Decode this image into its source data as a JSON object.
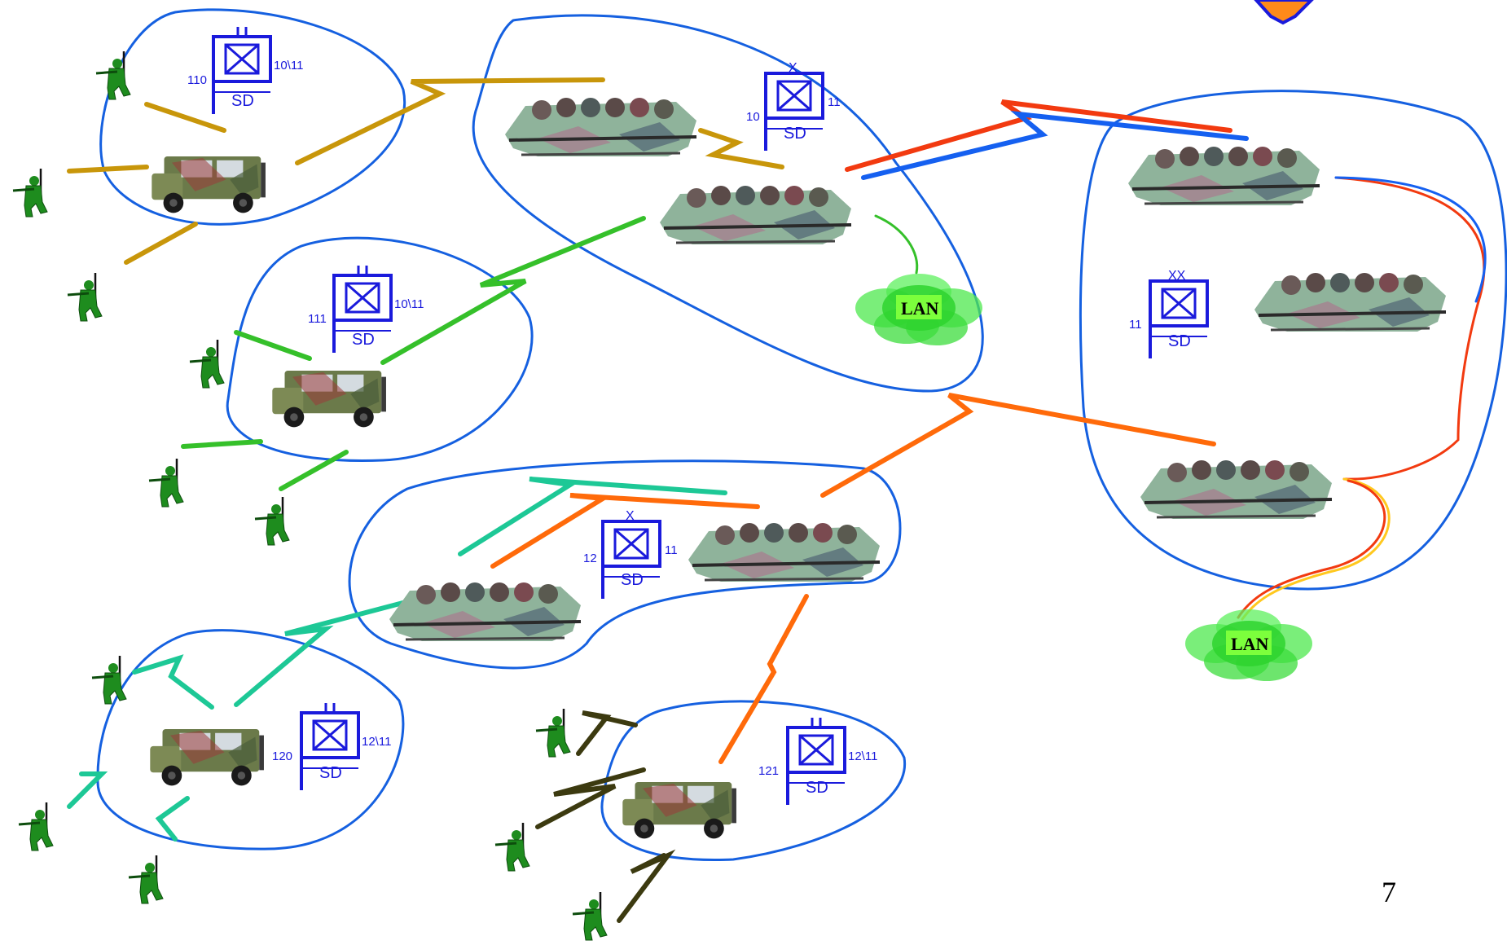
{
  "units": [
    {
      "id": "u110",
      "left": "110",
      "right": "10\\11",
      "sd": "SD"
    },
    {
      "id": "u10",
      "left": "10",
      "right": "11",
      "sd": "SD"
    },
    {
      "id": "u111",
      "left": "111",
      "right": "10\\11",
      "sd": "SD"
    },
    {
      "id": "u11",
      "left": "11",
      "right": "",
      "sd": "SD"
    },
    {
      "id": "u12",
      "left": "12",
      "right": "11",
      "sd": "SD"
    },
    {
      "id": "u120",
      "left": "120",
      "right": "12\\11",
      "sd": "SD"
    },
    {
      "id": "u121",
      "left": "121",
      "right": "12\\11",
      "sd": "SD"
    }
  ],
  "lan_labels": [
    "LAN",
    "LAN"
  ],
  "page_number": "7",
  "colors": {
    "group_outline": "#1560e0",
    "link_gold": "#c8960a",
    "link_green": "#35c02a",
    "link_teal": "#1dc896",
    "link_orange": "#ff6a0a",
    "link_red": "#f23a10",
    "link_blue": "#1560f0",
    "link_dark": "#3c3a10",
    "link_yellow": "#ffc81e",
    "symbol_blue": "#1a1adc",
    "lan_green": "#3cf03c",
    "soldier_green": "#1e8c1e"
  }
}
